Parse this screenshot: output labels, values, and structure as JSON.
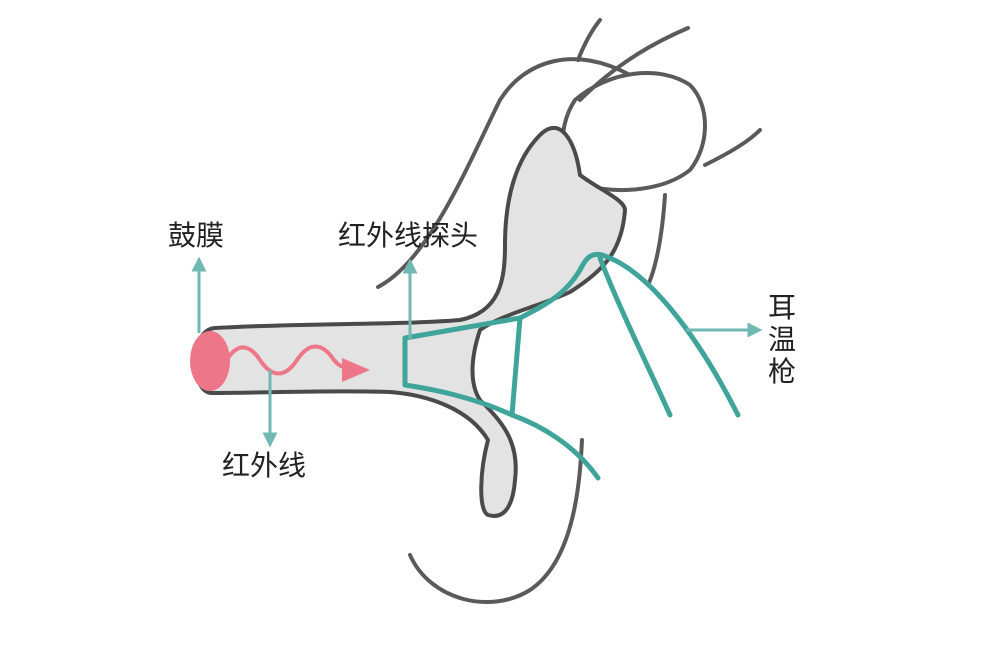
{
  "labels": {
    "eardrum": "鼓膜",
    "probe": "红外线探头",
    "infrared": "红外线",
    "thermometer": "耳温枪"
  },
  "colors": {
    "outline": "#5a5a5a",
    "canal_fill": "#e3e3e3",
    "teal": "#3fa59b",
    "eardrum": "#ee7689",
    "arrow_teal": "#6fb9b2"
  }
}
